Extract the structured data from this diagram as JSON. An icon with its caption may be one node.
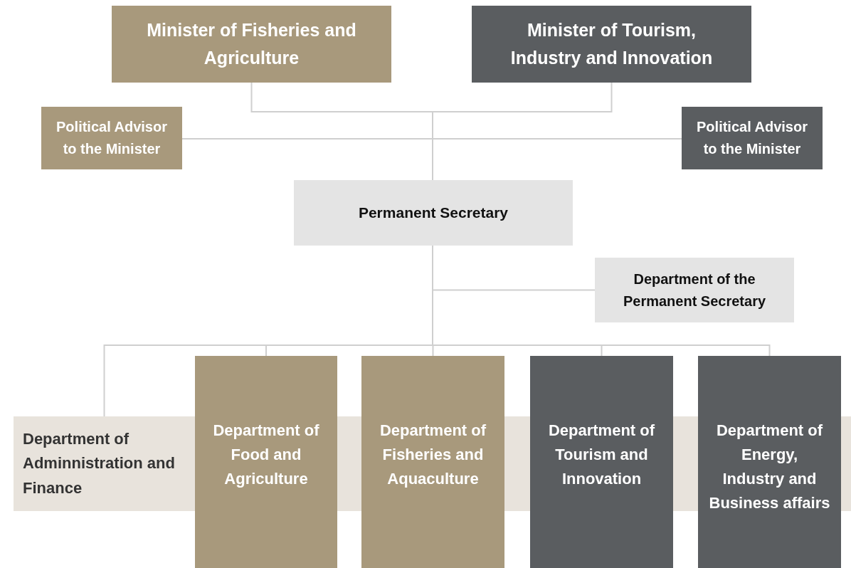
{
  "diagram": {
    "nodes": [
      {
        "text": [
          "Minister of Fisheries and Agriculture"
        ]
      },
      {
        "text": [
          "Minister of Tourism, Industry and Innovation"
        ]
      },
      {
        "text": [
          "Political Advisor to the Minister"
        ]
      },
      {
        "text": [
          "Political Advisor to the Minister"
        ]
      },
      {
        "text": [
          "Permanent Secretary"
        ]
      },
      {
        "text": [
          "Department of the Permanent Secretary"
        ]
      },
      {
        "text": [
          "Department of Adminnistration and Finance"
        ]
      },
      {
        "text": [
          "Department of Food and Agriculture"
        ]
      },
      {
        "text": [
          "Department of Fisheries and Aquaculture"
        ]
      },
      {
        "text": [
          "Department of Tourism and Innovation"
        ]
      },
      {
        "text": [
          "Department of Energy, Industry and Business affairs"
        ]
      }
    ],
    "edges": [
      {
        "from": 0,
        "to": 4,
        "arrow": "none"
      },
      {
        "from": 1,
        "to": 4,
        "arrow": "none"
      },
      {
        "from": 2,
        "to": 4,
        "arrow": "none"
      },
      {
        "from": 3,
        "to": 4,
        "arrow": "none"
      },
      {
        "from": 4,
        "to": 5,
        "arrow": "none"
      },
      {
        "from": 4,
        "to": 6,
        "arrow": "none"
      },
      {
        "from": 4,
        "to": 7,
        "arrow": "none"
      },
      {
        "from": 4,
        "to": 8,
        "arrow": "none"
      },
      {
        "from": 4,
        "to": 9,
        "arrow": "none"
      },
      {
        "from": 4,
        "to": 10,
        "arrow": "none"
      }
    ]
  }
}
